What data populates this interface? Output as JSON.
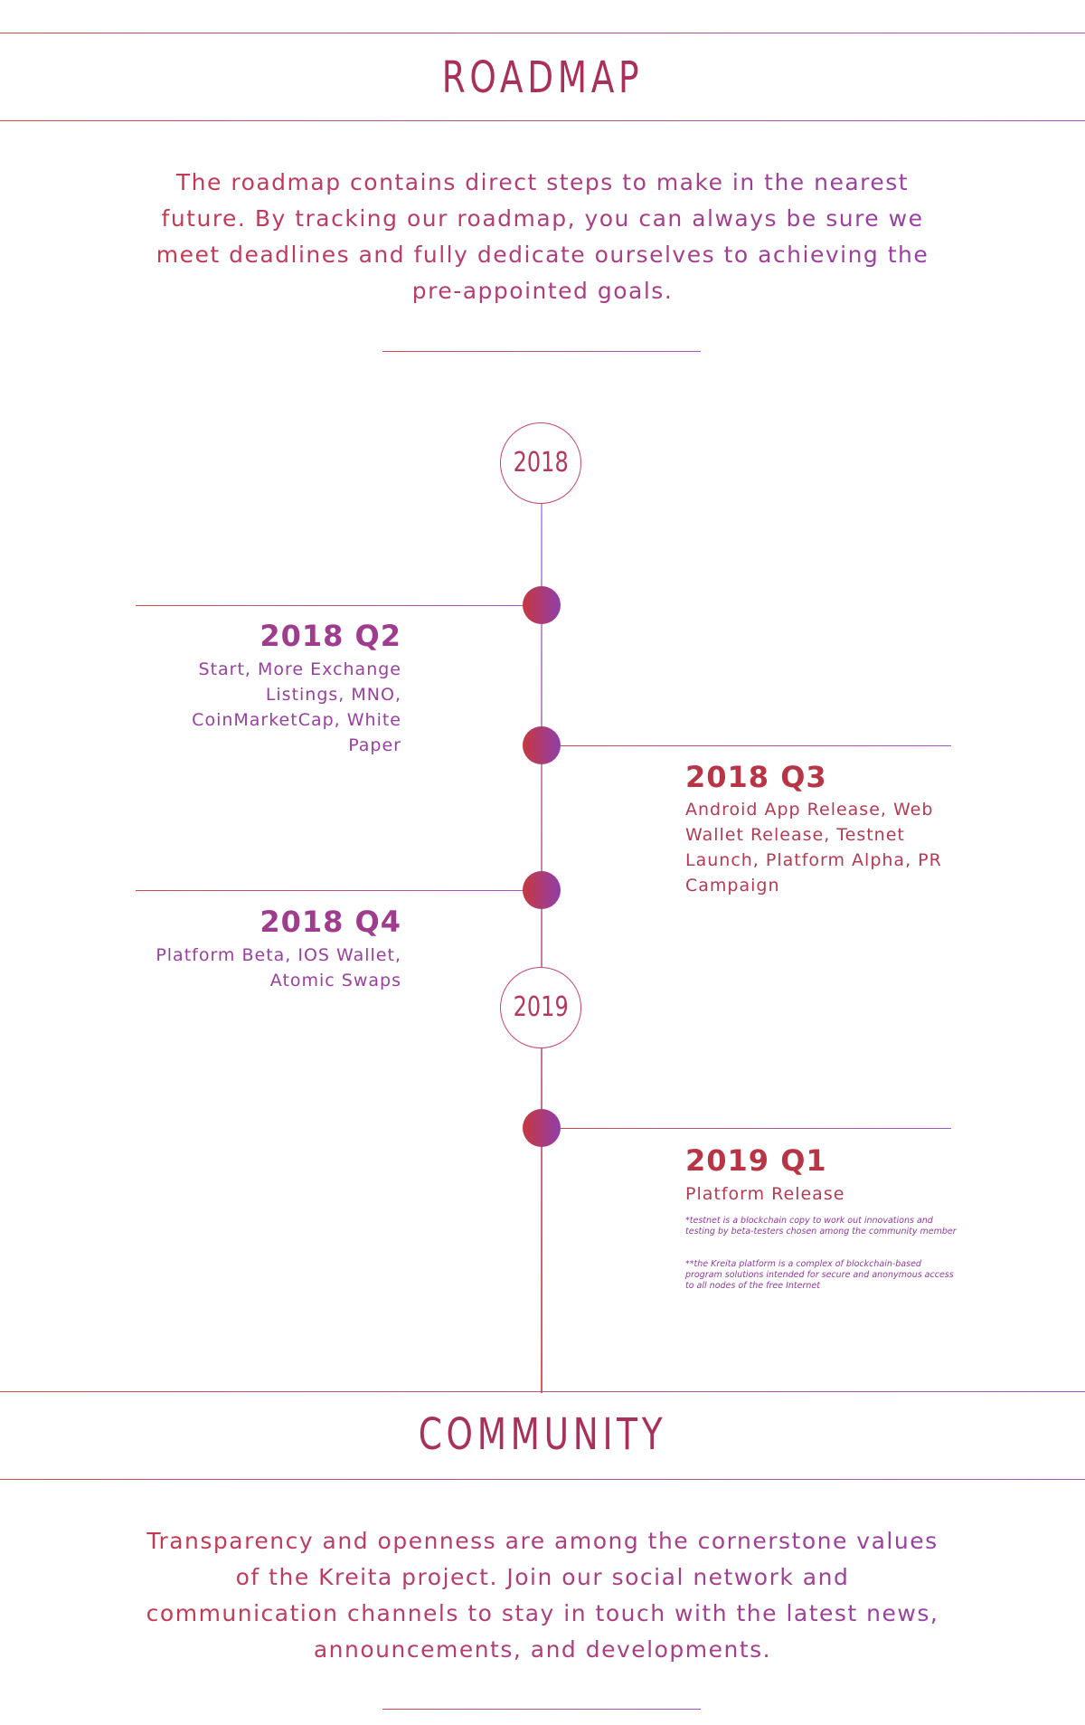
{
  "roadmap": {
    "title": "ROADMAP",
    "intro": "The roadmap contains direct steps to make in the nearest future. By tracking our roadmap, you can always be sure we meet deadlines and fully dedicate ourselves to achieving the pre-appointed goals."
  },
  "timeline": {
    "years": [
      "2018",
      "2019"
    ],
    "milestones": [
      {
        "title": "2018 Q2",
        "text": "Start, More Exchange Listings, MNO, CoinMarketCap, White Paper"
      },
      {
        "title": "2018 Q3",
        "text": "Android App Release, Web Wallet Release, Testnet Launch, Platform Alpha, PR Campaign"
      },
      {
        "title": "2018 Q4",
        "text": "Platform Beta, IOS Wallet, Atomic Swaps"
      },
      {
        "title": "2019 Q1",
        "text": "Platform Release"
      }
    ],
    "notes": [
      "*testnet is a blockchain copy to work out innovations and testing by beta-testers chosen among the community member",
      "**the Kreita platform is a complex of blockchain-based program solutions intended for secure and anonymous access to all nodes of the free Internet"
    ]
  },
  "community": {
    "title": "COMMUNITY",
    "intro": "Transparency and openness are among the cornerstone values of the Kreita project. Join our social network and communication channels to stay in touch with the latest news, announcements, and developments."
  },
  "colors": {
    "accent_red": "#c7383f",
    "accent_purple": "#8f3fab",
    "title": "#a8305a"
  }
}
